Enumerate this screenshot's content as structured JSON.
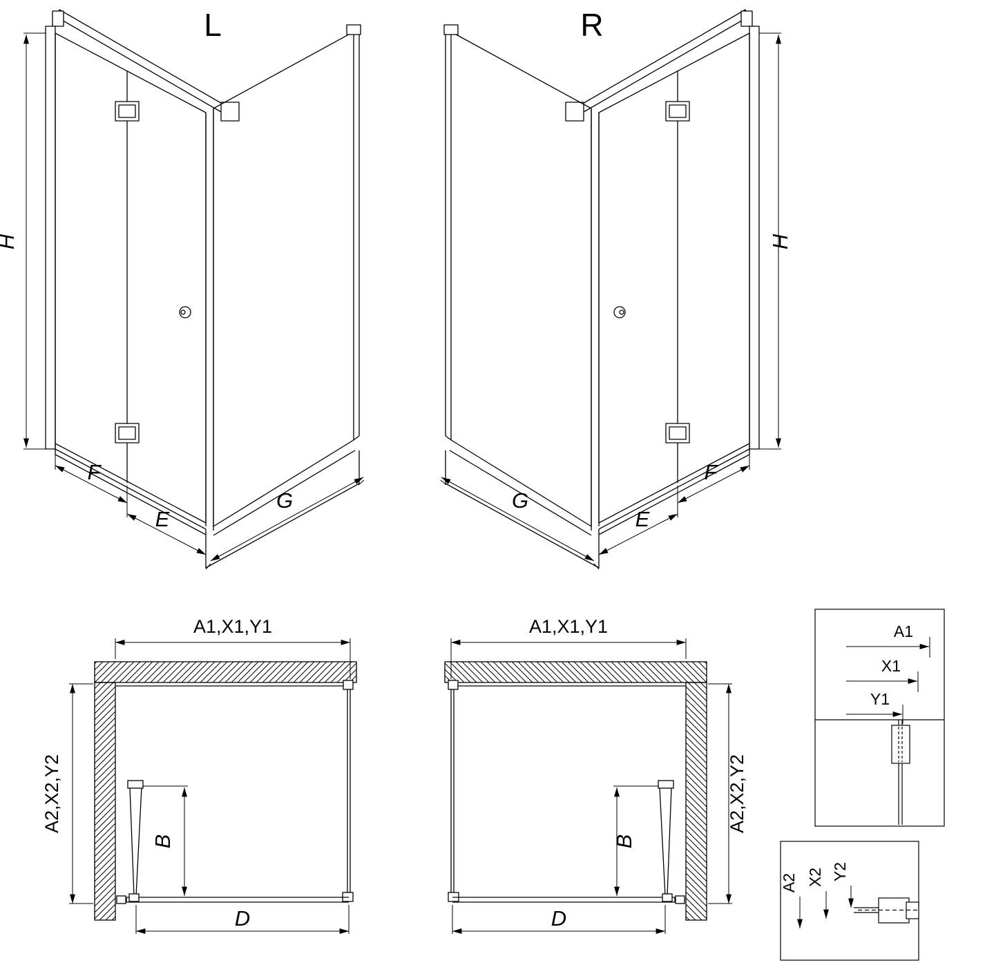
{
  "diagram": {
    "type": "technical-drawing",
    "subject": "Corner shower enclosure with bifold door, left (L) and right (R) variants, isometric views, plan views and mounting-profile detail sections",
    "colors": {
      "line": "#000000",
      "background": "#ffffff"
    },
    "views": {
      "left_3d": {
        "variant_label": "L",
        "dim_height": "H",
        "dim_door_section": "F",
        "dim_fixed_section": "E",
        "dim_side_panel": "G"
      },
      "right_3d": {
        "variant_label": "R",
        "dim_height": "H",
        "dim_door_section": "F",
        "dim_fixed_section": "E",
        "dim_side_panel": "G"
      },
      "left_plan": {
        "dim_width": "A1,X1,Y1",
        "dim_depth": "A2,X2,Y2",
        "dim_door_open": "B",
        "dim_entry": "D"
      },
      "right_plan": {
        "dim_width": "A1,X1,Y1",
        "dim_depth": "A2,X2,Y2",
        "dim_door_open": "B",
        "dim_entry": "D"
      },
      "detail_width": {
        "dims": [
          "A1",
          "X1",
          "Y1"
        ]
      },
      "detail_depth": {
        "dims": [
          "A2",
          "X2",
          "Y2"
        ]
      }
    }
  }
}
